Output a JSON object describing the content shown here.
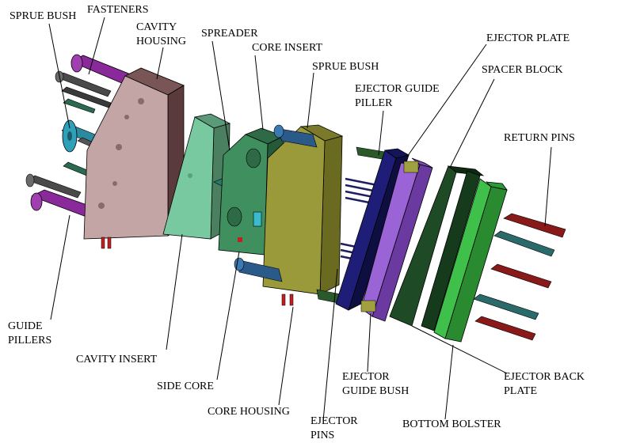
{
  "labels": {
    "sprue_bush_left": "SPRUE BUSH",
    "fasteners": "FASTENERS",
    "cavity_housing": [
      "CAVITY",
      "HOUSING"
    ],
    "spreader": "SPREADER",
    "core_insert": "CORE INSERT",
    "sprue_bush_right": "SPRUE BUSH",
    "ejector_plate": "EJECTOR PLATE",
    "ejector_guide_piller": [
      "EJECTOR GUIDE",
      "PILLER"
    ],
    "spacer_block": "SPACER BLOCK",
    "return_pins": "RETURN PINS",
    "guide_pillers": [
      "GUIDE",
      "PILLERS"
    ],
    "cavity_insert": "CAVITY INSERT",
    "side_core": "SIDE CORE",
    "core_housing": "CORE HOUSING",
    "ejector_pins": [
      "EJECTOR",
      "PINS"
    ],
    "ejector_guide_bush": [
      "EJECTOR",
      "GUIDE BUSH"
    ],
    "bottom_bolster": "BOTTOM BOLSTER",
    "ejector_back_plate": [
      "EJECTOR BACK",
      "PLATE"
    ]
  },
  "colors": {
    "cavity_housing": "#c4a5a5",
    "cavity_insert": "#78c9a0",
    "core_insert": "#3f8f5f",
    "core_housing": "#9a9a3a",
    "ejector_plate": "#1e1e78",
    "ejector_back_plate": "#9a63d6",
    "spacer_block": "#1f4a26",
    "bottom_bolster": "#3fc04a",
    "guide_piller": "#8a2a9a",
    "sprue_bush": "#2a8aa0",
    "return_pin": "#8a1a1a",
    "fastener": "#555555"
  }
}
